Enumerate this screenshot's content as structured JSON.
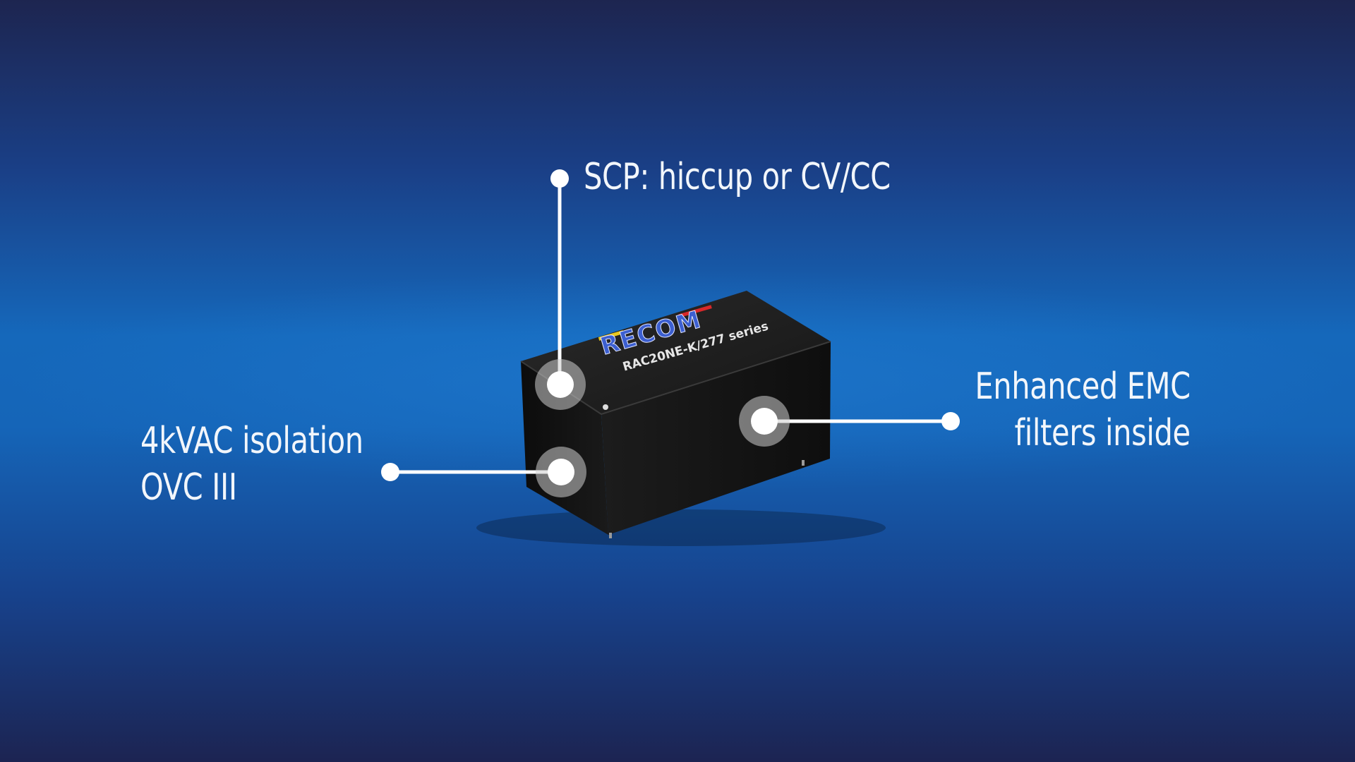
{
  "callouts": {
    "scp": {
      "line1": "SCP: hiccup or CV/CC"
    },
    "isolation": {
      "line1": "4kVAC isolation",
      "line2": "OVC III"
    },
    "emc": {
      "line1": "Enhanced EMC",
      "line2": "filters inside"
    }
  },
  "product": {
    "brand": "RECOM",
    "model": "RAC20NE-K/277 series",
    "brand_colors": {
      "yellow": "#e8c820",
      "red": "#d8282a",
      "blue": "#3c5fd0"
    }
  },
  "colors": {
    "marker": "#ffffff",
    "text": "#f2f6fb",
    "module": "#141414"
  }
}
